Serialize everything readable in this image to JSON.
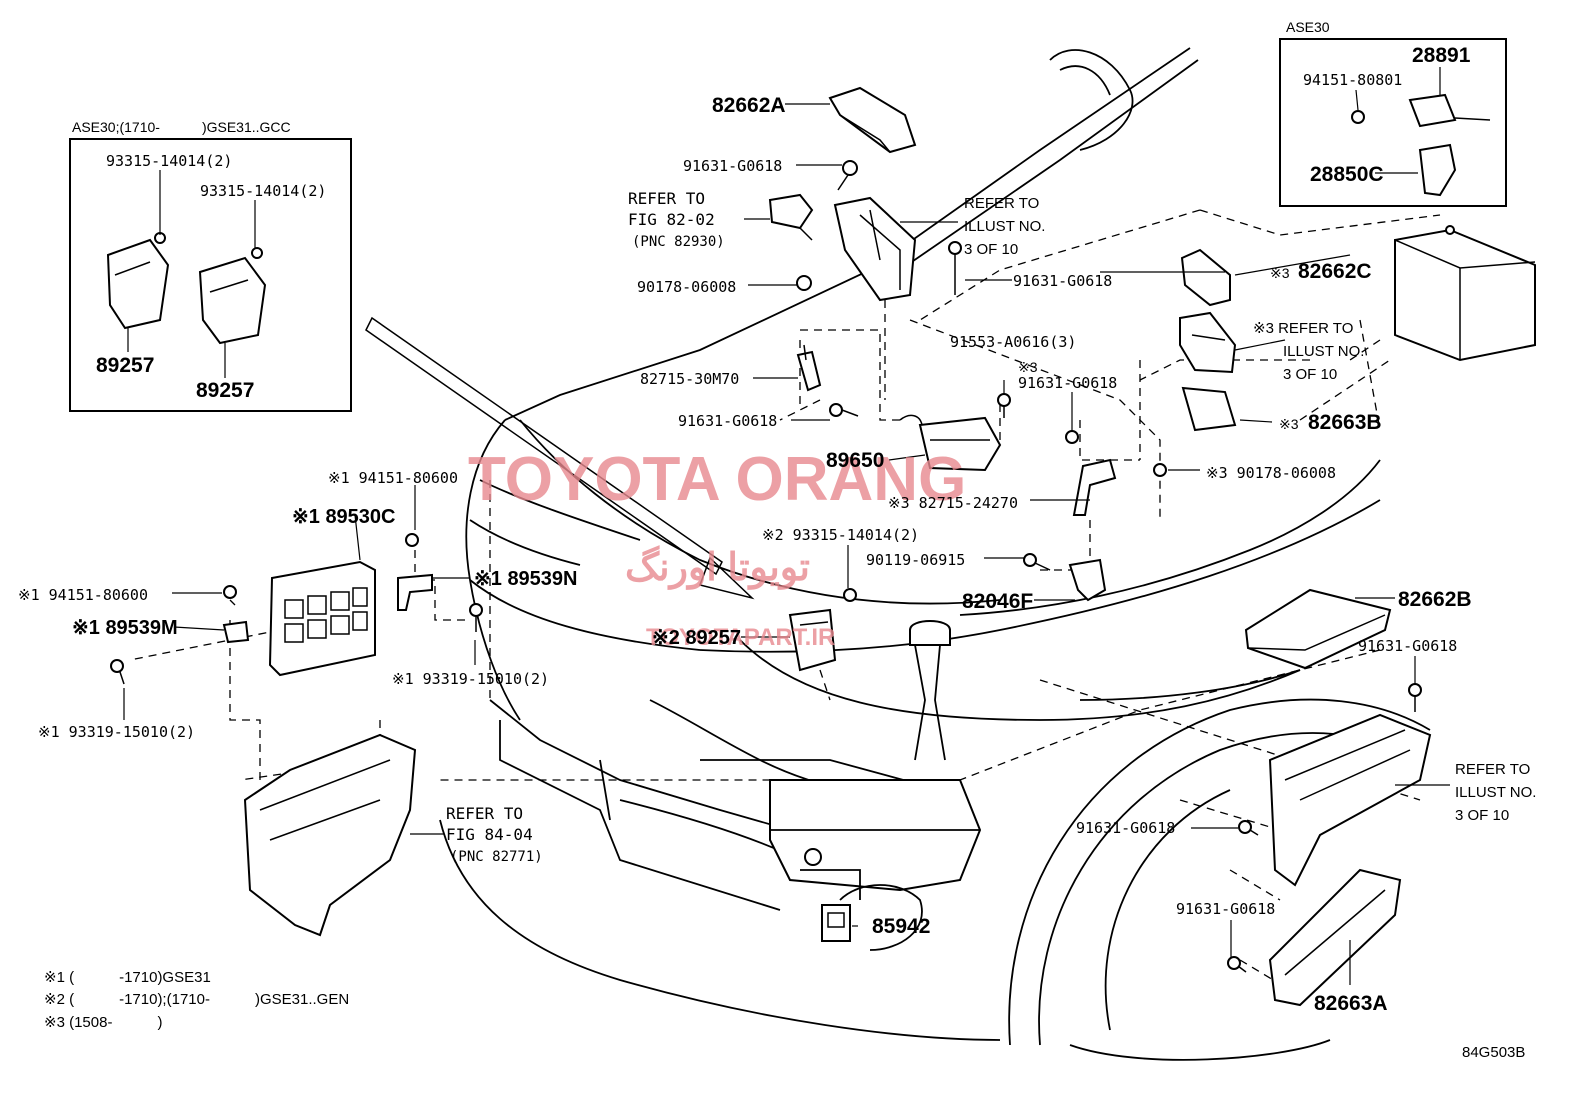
{
  "drawing_id": "84G503B",
  "watermark": {
    "latin": "TOYOTA ORANG",
    "persian": "تویوتا اورنگ",
    "site": "TOYOTAPART.IR",
    "color": "#e8898f"
  },
  "inset_left": {
    "title": "ASE30;(1710-　　　)GSE31..GCC",
    "bolt_a": "93315-14014(2)",
    "bolt_b": "93315-14014(2)",
    "part_a": "89257",
    "part_b": "89257"
  },
  "inset_right": {
    "title": "ASE30",
    "part_top": "28891",
    "nut": "94151-80801",
    "part_bottom": "28850C"
  },
  "labels": {
    "p82662A": "82662A",
    "p91631_top": "91631-G0618",
    "refer_fig_8202_a": "REFER TO",
    "refer_fig_8202_b": "FIG 82-02",
    "refer_fig_8202_c": "(PNC 82930)",
    "p90178_top": "90178-06008",
    "refer_illust_top_a": "REFER TO",
    "refer_illust_top_b": "ILLUST NO.",
    "refer_illust_top_c": "3 OF 10",
    "p91631_mid": "91631-G0618",
    "p91553": "91553-A0616(3)",
    "p82662C_mark": "※3",
    "p82662C": "82662C",
    "refer_illust_mid_a": "※3 REFER TO",
    "refer_illust_mid_b": "ILLUST NO.",
    "refer_illust_mid_c": "3 OF 10",
    "p82663B_mark": "※3",
    "p82663B": "82663B",
    "p82715_30M70": "82715-30M70",
    "p91631_mid2": "91631-G0618",
    "p91631_x3_mark": "※3",
    "p91631_x3": "91631-G0618",
    "p89650": "89650",
    "p90178_x3": "※3 90178-06008",
    "p82715_24270": "※3 82715-24270",
    "p94151_80600_top": "※1 94151-80600",
    "p89530C": "※1 89530C",
    "p89539N": "※1  89539N",
    "p93315_x2": "※2 93315-14014(2)",
    "p90119": "90119-06915",
    "p82046F": "82046F",
    "p94151_80600_left": "※1 94151-80600",
    "p89539M": "※1 89539M",
    "p89257_x2": "※2 89257",
    "p93319_mid": "※1 93319-15010(2)",
    "p93319_left": "※1 93319-15010(2)",
    "p82662B": "82662B",
    "p91631_right": "91631-G0618",
    "refer_illust_right_a": "REFER TO",
    "refer_illust_right_b": "ILLUST NO.",
    "refer_illust_right_c": "3 OF 10",
    "refer_fig_8404_a": "REFER TO",
    "refer_fig_8404_b": "FIG 84-04",
    "refer_fig_8404_c": "(PNC 82771)",
    "p91631_lower": "91631-G0618",
    "p91631_lowest": "91631-G0618",
    "p85942": "85942",
    "p82663A": "82663A"
  },
  "footnotes": [
    "※1 (　　　-1710)GSE31",
    "※2 (　　　-1710);(1710-　　　)GSE31..GEN",
    "※3 (1508-　　　)"
  ]
}
